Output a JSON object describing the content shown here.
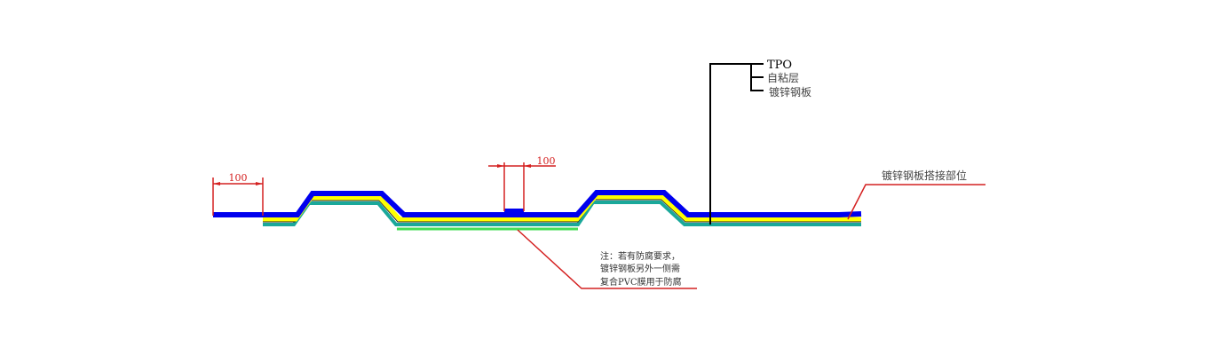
{
  "dimensions": {
    "left_lap": "100",
    "center_lap": "100"
  },
  "layers": {
    "tpo": "TPO",
    "adhesive": "自粘层",
    "steel": "镀锌钢板"
  },
  "callouts": {
    "overlap": "镀锌钢板搭接部位",
    "note_lines": [
      "注：若有防腐要求，",
      "镀锌钢板另外一侧需",
      "复合PVC膜用于防腐"
    ]
  },
  "colors": {
    "tpo": "#0000ee",
    "adhesive": "#ffff00",
    "steel": "#1aa89a",
    "pvc": "#44dd55",
    "dimension": "#d42020",
    "leader": "#000000"
  }
}
